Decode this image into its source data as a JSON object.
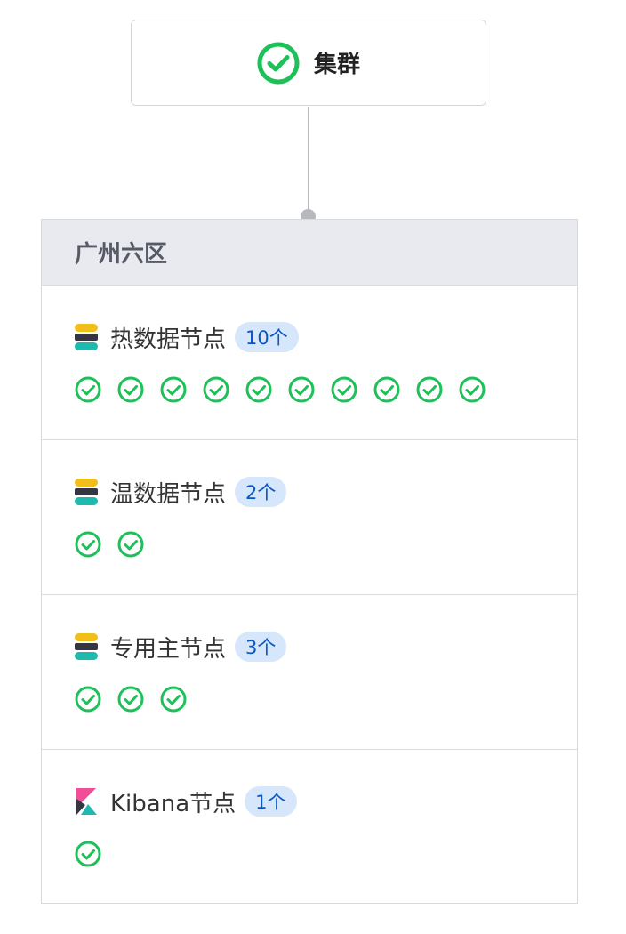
{
  "cluster": {
    "title": "集群",
    "status_icon": "check-circle-icon",
    "status_color": "#1fbf5a"
  },
  "region": {
    "name": "广州六区",
    "groups": [
      {
        "label": "热数据节点",
        "count": "10个",
        "icon": "elasticsearch-icon",
        "node_status": [
          "ok",
          "ok",
          "ok",
          "ok",
          "ok",
          "ok",
          "ok",
          "ok",
          "ok",
          "ok"
        ]
      },
      {
        "label": "温数据节点",
        "count": "2个",
        "icon": "elasticsearch-icon",
        "node_status": [
          "ok",
          "ok"
        ]
      },
      {
        "label": "专用主节点",
        "count": "3个",
        "icon": "elasticsearch-icon",
        "node_status": [
          "ok",
          "ok",
          "ok"
        ]
      },
      {
        "label": "Kibana节点",
        "count": "1个",
        "icon": "kibana-icon",
        "node_status": [
          "ok"
        ]
      }
    ]
  },
  "colors": {
    "ok": "#1fbf5a",
    "badge_bg": "#d6e6fb",
    "badge_text": "#0a56c4"
  }
}
